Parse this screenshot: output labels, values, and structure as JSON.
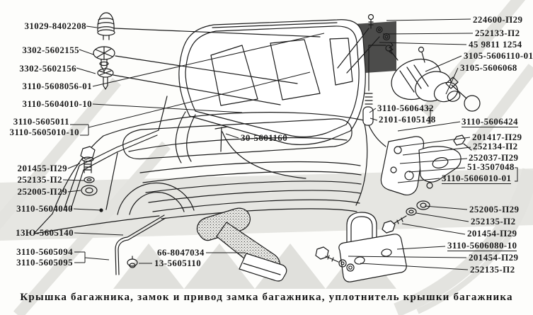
{
  "caption": "Крышка багажника, замок и привод замка багажника, уплотнитель крышки багажника",
  "colors": {
    "ink": "#1b1b1b",
    "paper": "#fdfdfb",
    "watermark": "#e3e3df"
  },
  "labels": {
    "left": [
      "31029-8402208",
      "3302-5602155",
      "3302-5602156",
      "3110-5608056-01",
      "3110-5604010-10",
      "3110-5605011",
      "3110-5605010-10",
      "201455-П29",
      "252135-П2",
      "252005-П29",
      "3110-5604040",
      "13Ю-5605140",
      "3110-5605094",
      "3110-5605095"
    ],
    "center": [
      "30-5601160",
      "66-8047034",
      "13-5605110"
    ],
    "right": [
      "224600-П29",
      "252133-П2",
      "45 9811 1254",
      "3105-5606110-01",
      "3105-5606068",
      "3110-5606432",
      "2101-6105148",
      "3110-5606424",
      "201417-П29",
      "252134-П2",
      "252037-П29",
      "51-3507048",
      "3110-5606010-01",
      "252005-П29",
      "252135-П2",
      "201454-П29",
      "3110-5606080-10",
      "201454-П29",
      "252135-П2"
    ]
  }
}
